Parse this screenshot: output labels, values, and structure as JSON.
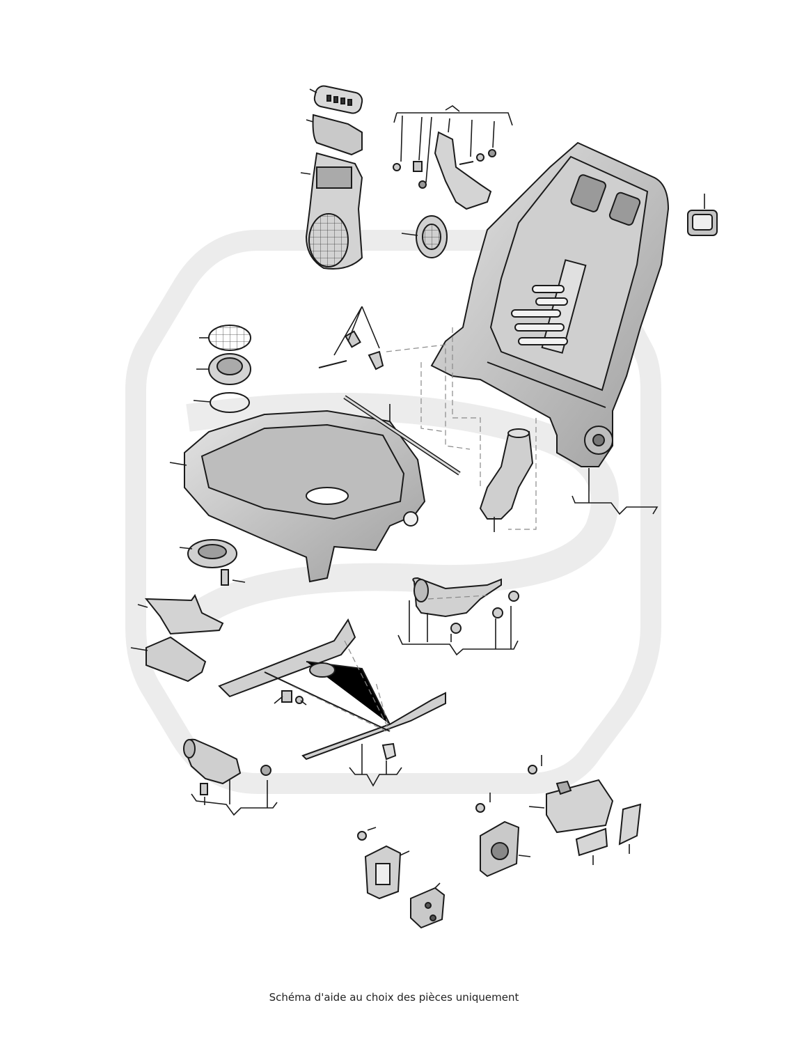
{
  "caption": "Schéma d'aide au choix des pièces uniquement",
  "colors": {
    "outline": "#1a1a1a",
    "part_fill": "#d6d6d6",
    "part_shade": "#a8a8a8",
    "watermark": "#ececec"
  },
  "icons": [
    "seat-back-frame",
    "seat-cushion-frame",
    "seat-rail",
    "motor",
    "control-switch",
    "speaker",
    "screw",
    "watermark-logo"
  ]
}
